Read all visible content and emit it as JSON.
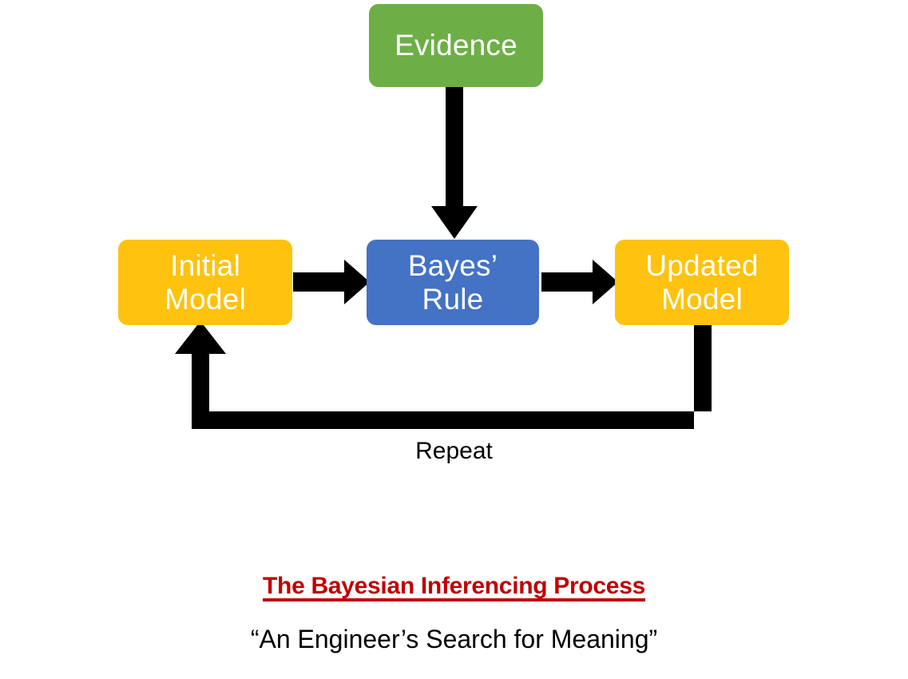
{
  "diagram": {
    "type": "flow-diagram",
    "background_color": "#FFFFFF",
    "title": "The Bayesian Inferencing Process",
    "subtitle": "“An Engineer’s Search for Meaning”",
    "title_color": "#C00000",
    "subtitle_color": "#000000",
    "nodes": [
      {
        "id": "evidence",
        "label": "Evidence",
        "fill_color": "#6DAF46",
        "text_color": "#FFFFFF",
        "shape": "rounded-rectangle"
      },
      {
        "id": "initial-model",
        "label": "Initial\nModel",
        "fill_color": "#FFC20E",
        "text_color": "#FFFFFF",
        "shape": "rounded-rectangle"
      },
      {
        "id": "bayes-rule",
        "label": "Bayes’\nRule",
        "fill_color": "#4472C4",
        "text_color": "#FFFFFF",
        "shape": "rounded-rectangle"
      },
      {
        "id": "updated-model",
        "label": "Updated\nModel",
        "fill_color": "#FFC20E",
        "text_color": "#FFFFFF",
        "shape": "rounded-rectangle"
      }
    ],
    "connectors": [
      {
        "id": "evidence-to-bayes",
        "from": "evidence",
        "to": "bayes-rule",
        "direction": "down",
        "label": "",
        "color": "#000000"
      },
      {
        "id": "initial-to-bayes",
        "from": "initial-model",
        "to": "bayes-rule",
        "direction": "right",
        "label": "",
        "color": "#000000"
      },
      {
        "id": "bayes-to-updated",
        "from": "bayes-rule",
        "to": "updated-model",
        "direction": "right",
        "label": "",
        "color": "#000000"
      },
      {
        "id": "updated-to-initial",
        "from": "updated-model",
        "to": "initial-model",
        "direction": "loop-up",
        "label": "Repeat",
        "color": "#000000"
      }
    ],
    "edge_labels": {
      "repeat": "Repeat"
    }
  }
}
